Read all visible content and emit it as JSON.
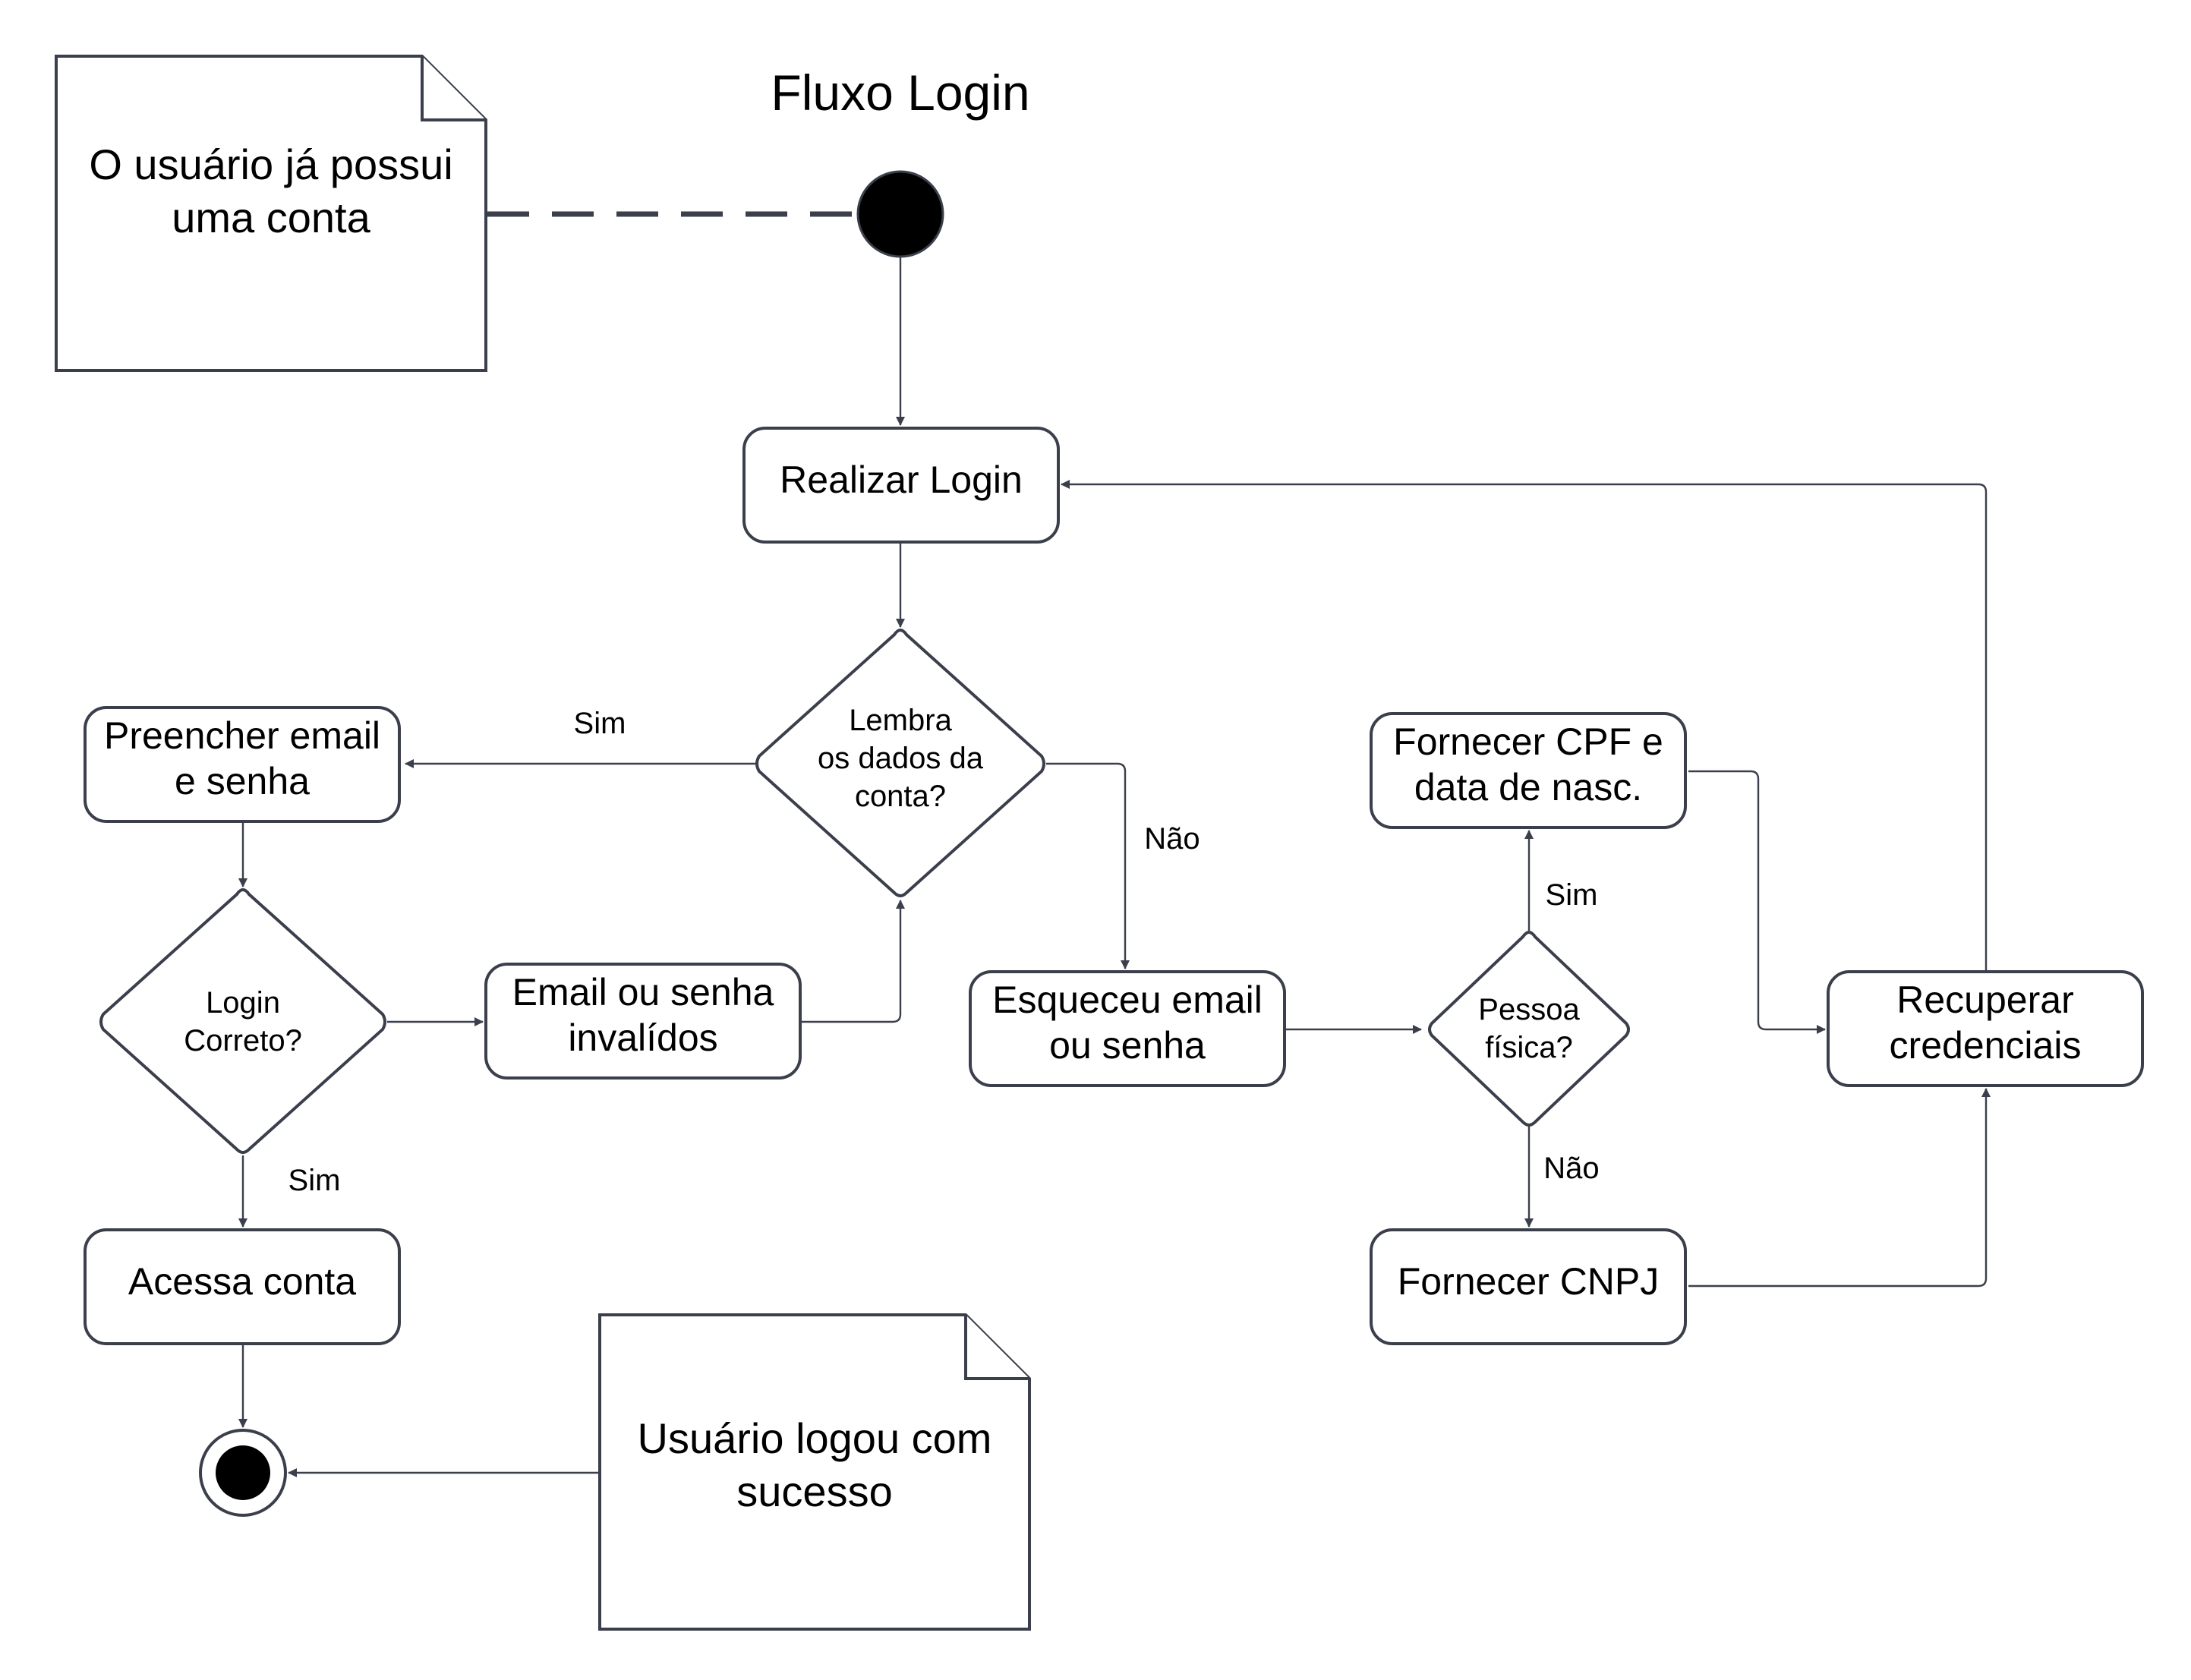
{
  "title": "Fluxo Login",
  "colors": {
    "line": "#3a3f4b",
    "fill": "#ffffff",
    "terminal": "#000000",
    "text": "#000000"
  },
  "notes": {
    "start_note": [
      "O usuário já possui",
      "uma conta"
    ],
    "end_note": [
      "Usuário logou com",
      "sucesso"
    ]
  },
  "nodes": {
    "realizar_login": [
      "Realizar Login"
    ],
    "lembra_dados": [
      "Lembra",
      "os dados da",
      "conta?"
    ],
    "preencher_email": [
      "Preencher email",
      "e senha"
    ],
    "login_correto": [
      "Login",
      "Correto?"
    ],
    "email_invalido": [
      "Email ou senha",
      "invalídos"
    ],
    "acessa_conta": [
      "Acessa conta"
    ],
    "esqueceu_email": [
      "Esqueceu email",
      "ou senha"
    ],
    "pessoa_fisica": [
      "Pessoa",
      "física?"
    ],
    "fornecer_cpf": [
      "Fornecer CPF e",
      "data de nasc."
    ],
    "fornecer_cnpj": [
      "Fornecer CNPJ"
    ],
    "recuperar": [
      "Recuperar",
      "credenciais"
    ]
  },
  "edge_labels": {
    "lembra_sim": "Sim",
    "lembra_nao": "Não",
    "login_sim": "Sim",
    "pessoa_sim": "Sim",
    "pessoa_nao": "Não"
  }
}
